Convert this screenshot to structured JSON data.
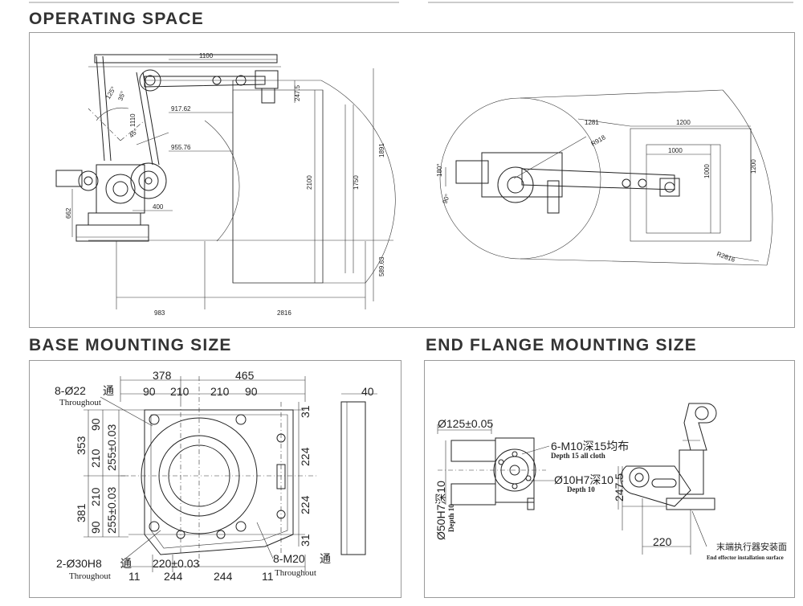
{
  "headings": {
    "operating": "OPERATING SPACE",
    "base": "BASE MOUNTING SIZE",
    "flange": "END FLANGE MOUNTING SIZE"
  },
  "operating": {
    "d1100": "1100",
    "d91762": "917.62",
    "d95576": "955.76",
    "d1110": "1110",
    "d2475": "247.5",
    "d2100": "2100",
    "d1750": "1750",
    "d1891": "1891",
    "d58963": "589.63",
    "d662": "662",
    "d400": "400",
    "d983": "983",
    "d2816": "2816",
    "a125": "125°",
    "a35": "35°",
    "a45": "45°",
    "t1281": "1281",
    "t1200a": "1200",
    "t1000a": "1000",
    "t1000b": "1000",
    "t1200b": "1200",
    "tR918": "R918",
    "t180": "180°",
    "t90": "90°",
    "tR2816": "R2816"
  },
  "base": {
    "holes22": "8-Ø22",
    "tong1": "通",
    "through1": "Throughout",
    "w378": "378",
    "w465": "465",
    "w90a": "90",
    "w210a": "210",
    "w210b": "210",
    "w90b": "90",
    "h353": "353",
    "h381": "381",
    "h90a": "90",
    "h210a": "210",
    "h255a": "255±0.03",
    "h210b": "210",
    "h90b": "90",
    "h255b": "255±0.03",
    "r31a": "31",
    "r224a": "224",
    "r224b": "224",
    "r31b": "31",
    "side40": "40",
    "pins": "2-Ø30H8",
    "tong2": "通",
    "through2": "Throughout",
    "b220": "220±0.03",
    "b11a": "11",
    "b244a": "244",
    "b244b": "244",
    "b11b": "11",
    "m20": "8-M20",
    "tong3": "通",
    "through3": "Throughout"
  },
  "flange": {
    "d125": "Ø125±0.05",
    "m10": "6-M10深15均布",
    "m10sub": "Depth 15 all cloth",
    "h10": "Ø10H7深10",
    "h10sub": "Depth 10",
    "d50": "Ø50H7深10",
    "d50sub": "Depth 10",
    "v2475": "247.5",
    "h220": "220",
    "cn": "末端执行器安装面",
    "en": "End effector installation surface"
  }
}
